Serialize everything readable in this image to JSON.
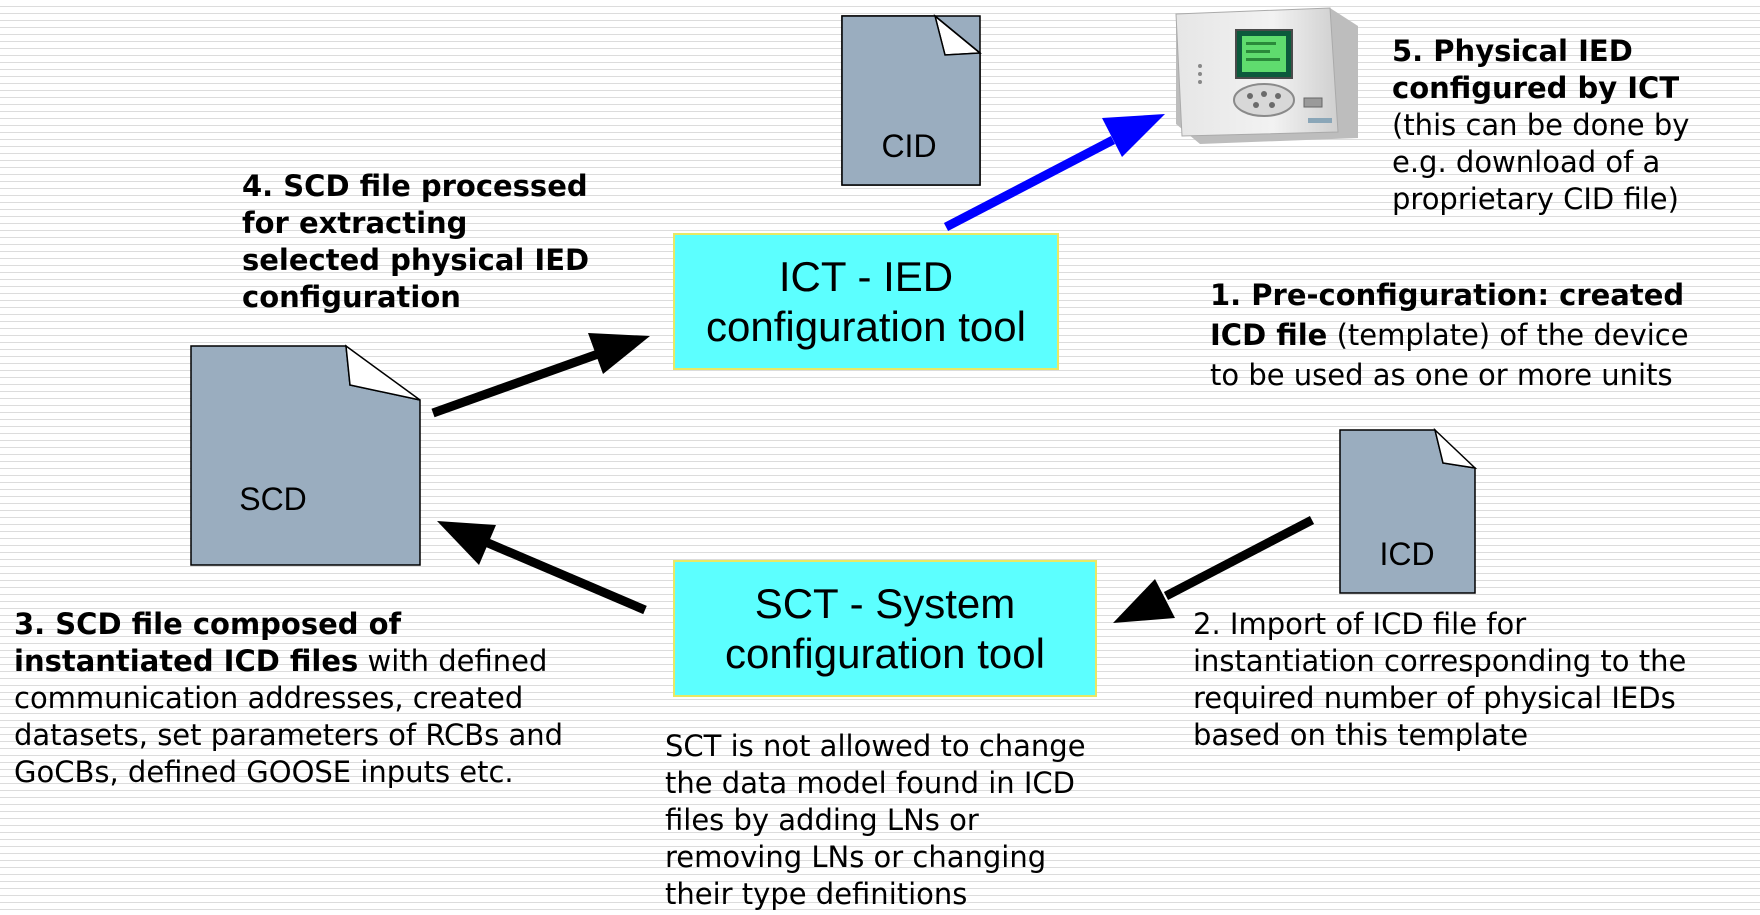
{
  "colors": {
    "tool_fill": "#5cffff",
    "tool_border": "#e8e864",
    "doc_fill": "#9aadbf",
    "arrow_black": "#000000",
    "arrow_blue": "#0000ff"
  },
  "documents": {
    "cid": "CID",
    "scd": "SCD",
    "icd": "ICD"
  },
  "tools": {
    "ict": {
      "line1": "ICT - IED",
      "line2": "configuration tool"
    },
    "sct": {
      "line1": "SCT - System",
      "line2": "configuration tool"
    }
  },
  "notes": {
    "step5": {
      "bold1": "5. Physical IED",
      "bold2": "configured by ICT",
      "lines": [
        "(this can be done by",
        "e.g. download of a",
        "proprietary CID file)"
      ]
    },
    "step4": {
      "bold_lines": [
        "4. SCD file processed",
        "for extracting",
        "selected physical IED",
        "configuration"
      ]
    },
    "step1": {
      "bold1": "1. Pre-configuration: created",
      "bold2": "ICD file",
      "rest2": " (template) of the device",
      "line3": "to be used as one or more units"
    },
    "step3": {
      "bold1": "3. SCD file composed of",
      "bold2": "instantiated ICD files",
      "rest2": " with defined",
      "lines": [
        "communication addresses, created",
        "datasets, set parameters of RCBs and",
        "GoCBs, defined GOOSE inputs etc."
      ]
    },
    "step2": {
      "lines": [
        "2. Import of ICD file for",
        "instantiation corresponding to the",
        "required number of physical IEDs",
        "based on this template"
      ]
    },
    "sct_note": {
      "lines": [
        "SCT is not allowed to change",
        "the data model found in ICD",
        "files by adding LNs or",
        "removing LNs or changing",
        "their type definitions"
      ]
    }
  },
  "device": {
    "icon": "protection-relay-icon"
  }
}
